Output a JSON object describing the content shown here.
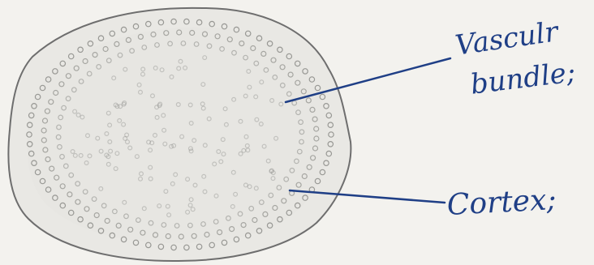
{
  "diagram": {
    "subject": "stem cross-section",
    "labels": [
      {
        "id": "vascular-bundle",
        "line1": "Vasculr",
        "line2": "bundle;"
      },
      {
        "id": "cortex",
        "line1": "Cortex;"
      }
    ],
    "colors": {
      "paper": "#f3f2ee",
      "ink_pencil": "#6e6e6e",
      "ink_pen": "#1f3f86",
      "fill": "#e9e8e4"
    },
    "icons": [
      "cross-section-drawing"
    ]
  }
}
